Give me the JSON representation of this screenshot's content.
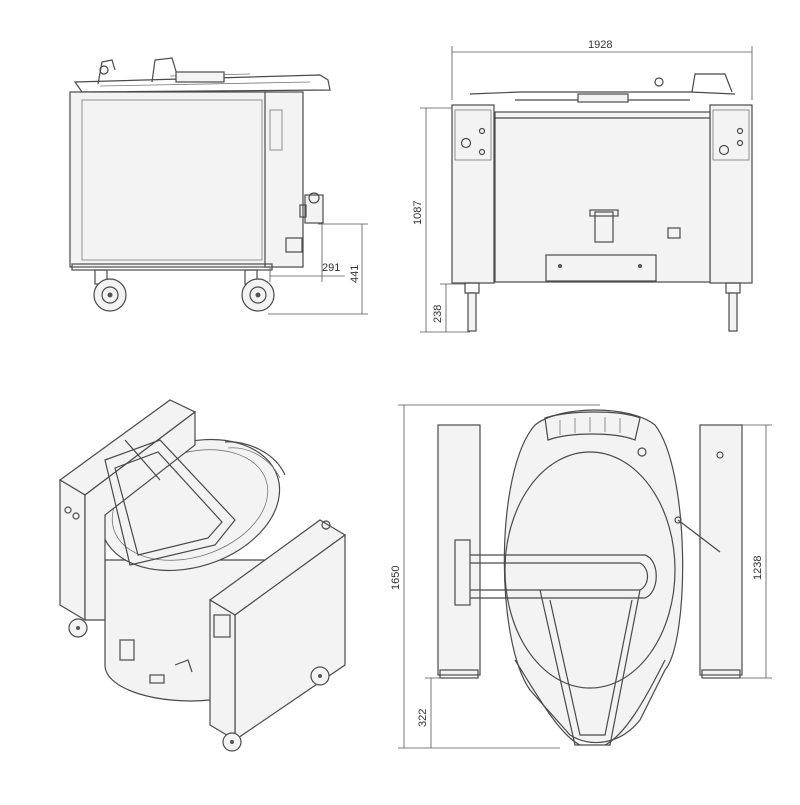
{
  "diagram": {
    "dimensions": {
      "total_width": "1928",
      "total_height": "1087",
      "leg_height": "238",
      "outlet_offset": "291",
      "outlet_height": "441",
      "depth": "1650",
      "side_depth": "1238",
      "front_offset": "322"
    }
  }
}
